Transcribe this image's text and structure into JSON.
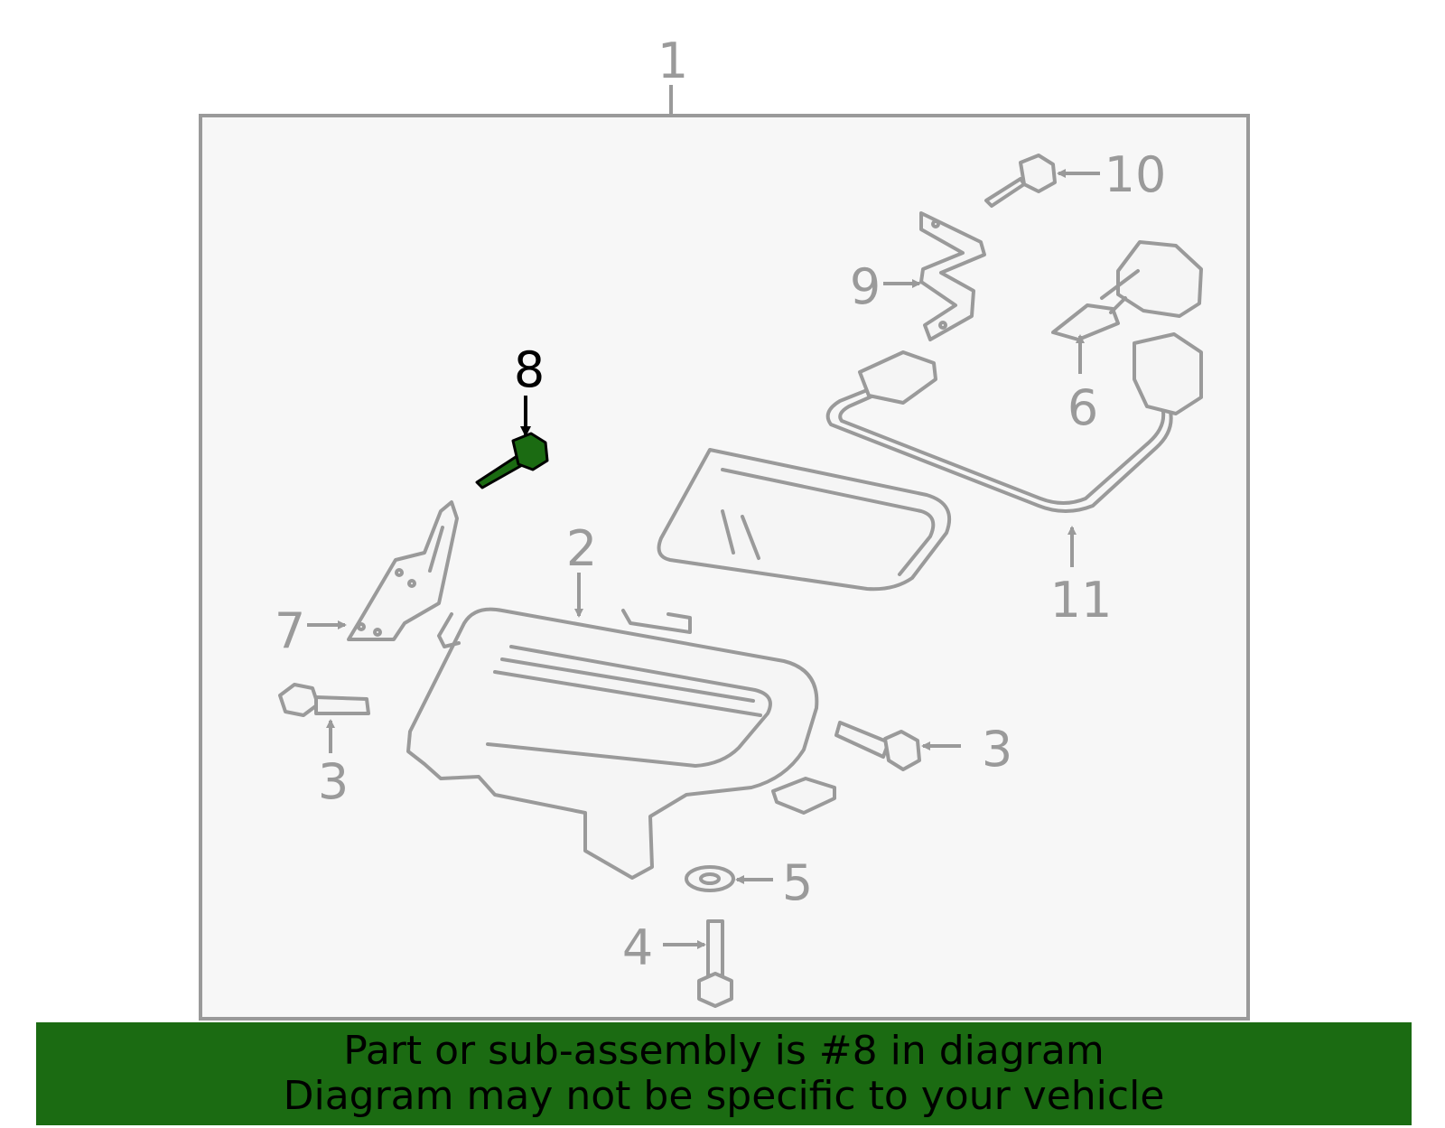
{
  "diagram": {
    "highlight_color": "#1b6b12",
    "line_color": "#9a9a9a",
    "callouts": {
      "c1": "1",
      "c2": "2",
      "c3a": "3",
      "c3b": "3",
      "c4": "4",
      "c5": "5",
      "c6": "6",
      "c7": "7",
      "c8": "8",
      "c9": "9",
      "c10": "10",
      "c11": "11"
    },
    "highlighted_part": "8"
  },
  "banner": {
    "line1": "Part or sub-assembly is #8 in diagram",
    "line2": "Diagram may not be specific to your vehicle",
    "background": "#1b6b12"
  }
}
